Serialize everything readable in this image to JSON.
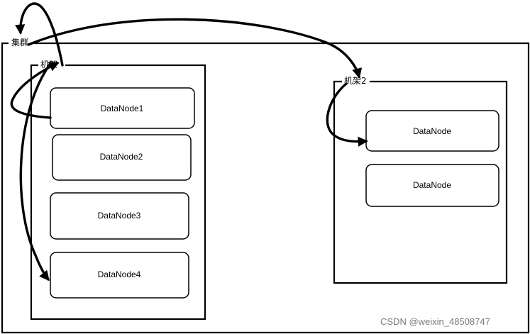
{
  "cluster": {
    "label": "集群"
  },
  "racks": [
    {
      "label": "机架",
      "nodes": [
        "DataNode1",
        "DataNode2",
        "DataNode3",
        "DataNode4"
      ]
    },
    {
      "label": "机架2",
      "nodes": [
        "DataNode",
        "DataNode"
      ]
    }
  ],
  "watermark": "CSDN @weixin_48508747"
}
